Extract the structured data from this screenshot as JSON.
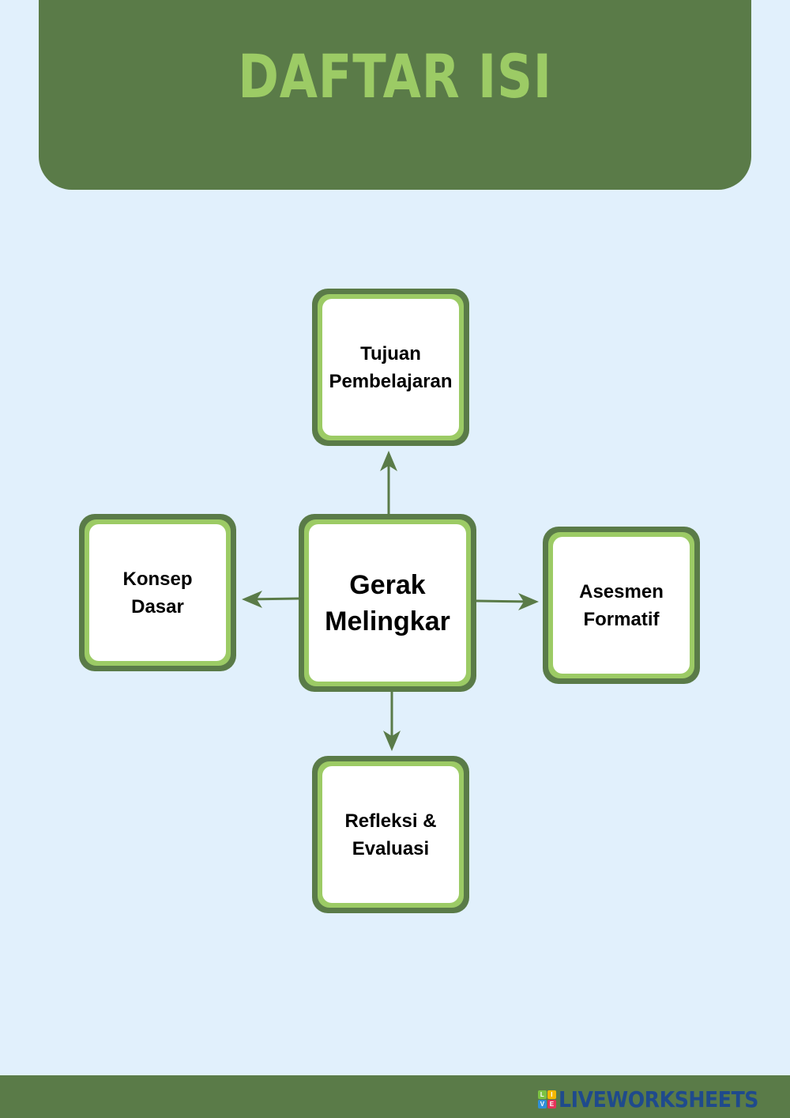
{
  "header": {
    "title": "DAFTAR ISI"
  },
  "diagram": {
    "center": {
      "label": "Gerak\nMelingkar"
    },
    "top": {
      "label": "Tujuan\nPembelajaran"
    },
    "left": {
      "label": "Konsep\nDasar"
    },
    "right": {
      "label": "Asesmen\nFormatif"
    },
    "bottom": {
      "label": "Refleksi &\nEvaluasi"
    },
    "edges": [
      {
        "from": "center",
        "to": "top"
      },
      {
        "from": "center",
        "to": "left"
      },
      {
        "from": "center",
        "to": "right"
      },
      {
        "from": "center",
        "to": "bottom"
      }
    ]
  },
  "colors": {
    "background": "#e1f0fc",
    "dark_green": "#5a7b48",
    "light_green": "#9ccb65",
    "brand_blue": "#1f4a8c"
  },
  "footer": {
    "brand": "LIVEWORKSHEETS",
    "logo_letters": [
      "L",
      "I",
      "V",
      "E"
    ]
  }
}
